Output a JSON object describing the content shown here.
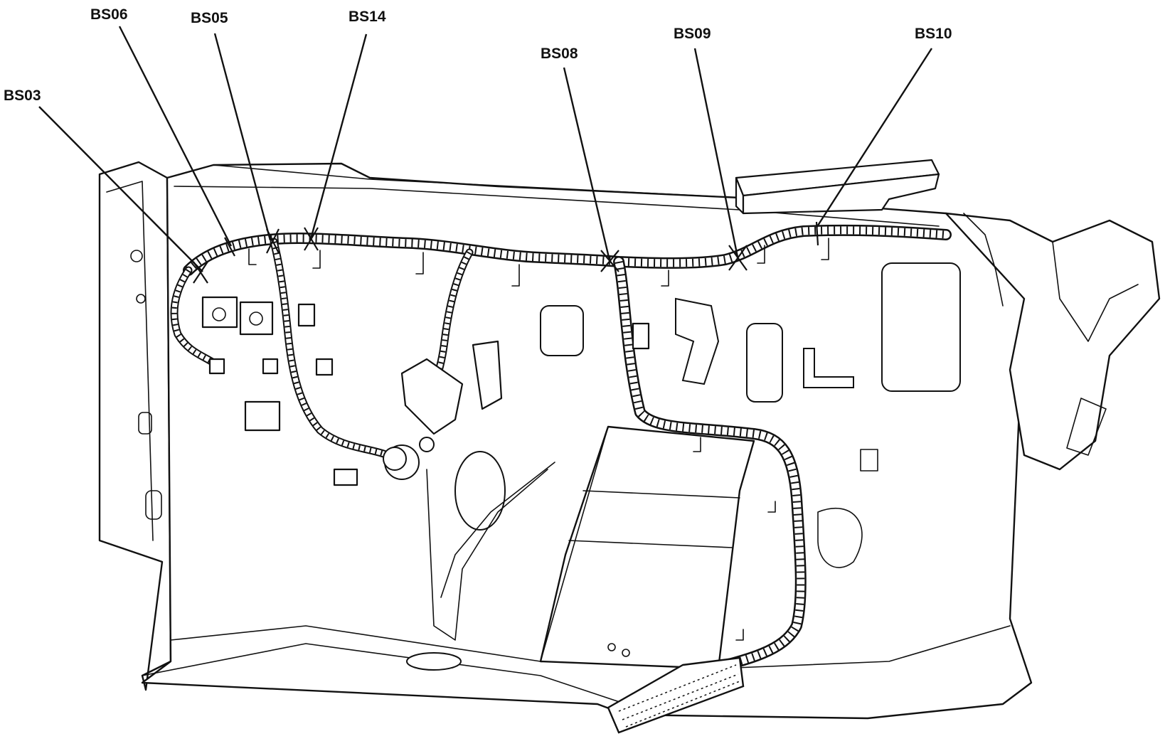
{
  "callouts": [
    {
      "id": "bs03",
      "label": "BS03"
    },
    {
      "id": "bs06",
      "label": "BS06"
    },
    {
      "id": "bs05",
      "label": "BS05"
    },
    {
      "id": "bs14",
      "label": "BS14"
    },
    {
      "id": "bs08",
      "label": "BS08"
    },
    {
      "id": "bs09",
      "label": "BS09"
    },
    {
      "id": "bs10",
      "label": "BS10"
    }
  ]
}
